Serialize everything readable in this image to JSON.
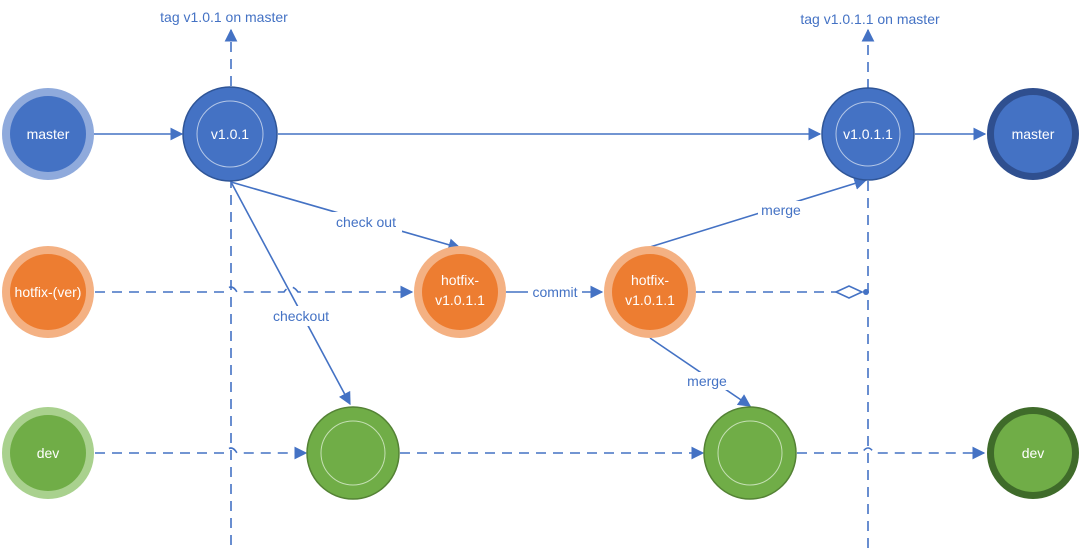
{
  "tags": {
    "left": "tag v1.0.1 on master",
    "right": "tag v1.0.1.1 on master"
  },
  "nodes": {
    "master_start": "master",
    "v101": "v1.0.1",
    "v1011": "v1.0.1.1",
    "master_end": "master",
    "hotfix_ver": "hotfix-(ver)",
    "hotfix_a_line1": "hotfix-",
    "hotfix_a_line2": "v1.0.1.1",
    "hotfix_b_line1": "hotfix-",
    "hotfix_b_line2": "v1.0.1.1",
    "dev_start": "dev",
    "dev_end": "dev"
  },
  "edges": {
    "check_out": "check out",
    "checkout": "checkout",
    "commit": "commit",
    "merge_master": "merge",
    "merge_dev": "merge"
  },
  "colors": {
    "blue": "#4472c4",
    "blue_light": "#8faadc",
    "blue_dark": "#2f4f8f",
    "orange": "#ed7d31",
    "orange_light": "#f4b183",
    "green": "#70ad47",
    "green_light": "#a9d18e",
    "green_dark": "#3f6b2a"
  }
}
